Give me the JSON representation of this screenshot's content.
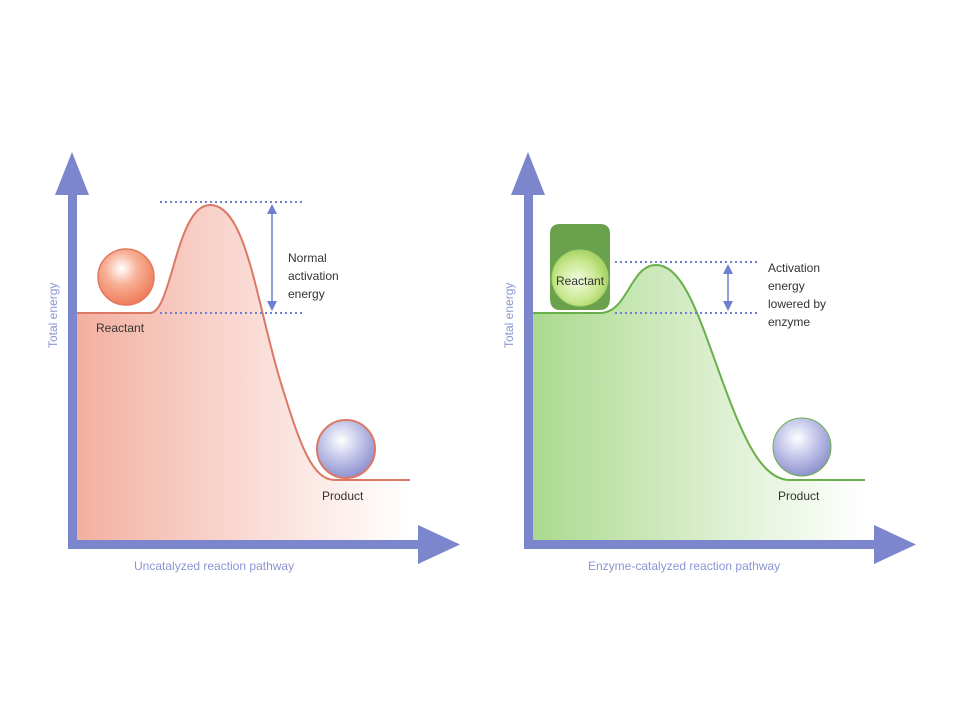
{
  "colors": {
    "axis": "#7b86cc",
    "dotted": "#6f7fd0",
    "uncat_curve": "#dc7866",
    "uncat_fill": "#f3ae9f",
    "cat_curve": "#6aaf4c",
    "cat_fill": "#a9d98c",
    "enzyme": "#6aa14d",
    "reactant_ball": "#f28a66",
    "reactant_ball_green": "#b4dc6c",
    "product_ball": "#a9acdc"
  },
  "left": {
    "y_axis_label": "Total energy",
    "x_axis_label": "Uncatalyzed reaction pathway",
    "reactant_label": "Reactant",
    "product_label": "Product",
    "annotation": [
      "Normal",
      "activation",
      "energy"
    ]
  },
  "right": {
    "y_axis_label": "Total energy",
    "x_axis_label": "Enzyme-catalyzed reaction pathway",
    "reactant_label": "Reactant",
    "product_label": "Product",
    "annotation": [
      "Activation",
      "energy",
      "lowered by",
      "enzyme"
    ]
  }
}
